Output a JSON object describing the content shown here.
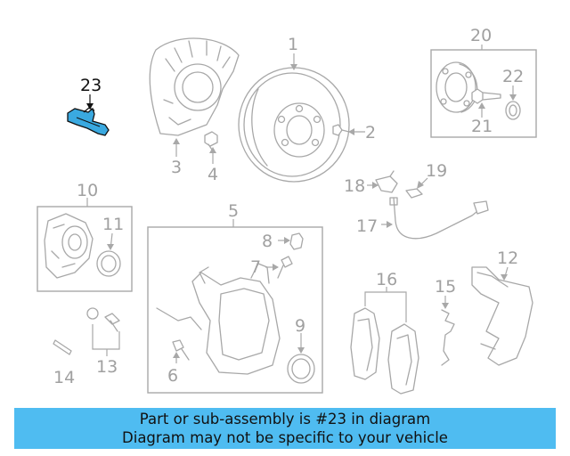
{
  "diagram": {
    "callouts": {
      "c1": "1",
      "c2": "2",
      "c3": "3",
      "c4": "4",
      "c5": "5",
      "c6": "6",
      "c7": "7",
      "c8": "8",
      "c9": "9",
      "c10": "10",
      "c11": "11",
      "c12": "12",
      "c13": "13",
      "c14": "14",
      "c15": "15",
      "c16": "16",
      "c17": "17",
      "c18": "18",
      "c19": "19",
      "c20": "20",
      "c21": "21",
      "c22": "22",
      "c23": "23"
    },
    "highlighted_part": "23",
    "highlight_color": "#3aa9e0"
  },
  "banner": {
    "line1": "Part or sub-assembly is #23 in diagram",
    "line2": "Diagram may not be specific to your vehicle",
    "background_color": "#4fbcf1"
  }
}
